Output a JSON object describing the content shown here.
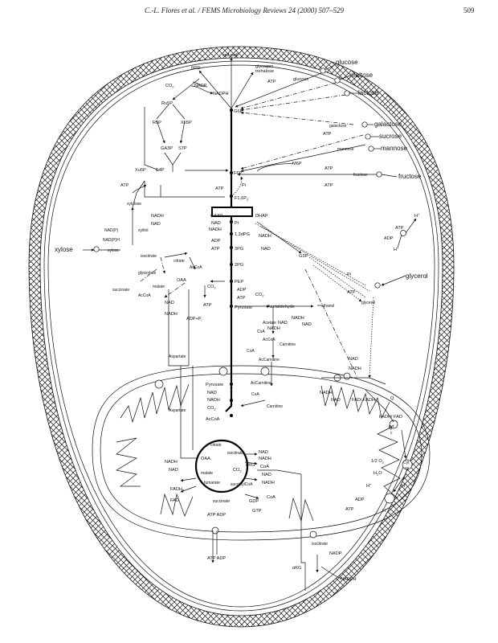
{
  "header": {
    "citation": "C.-L. Flores et al. / FEMS Microbiology Reviews 24 (2000) 507–529",
    "page_number": "509"
  },
  "external_sugars": {
    "glucose": "glucose",
    "maltose": "maltose",
    "lactose": "lactose",
    "galactose": "galactose",
    "sucrose": "sucrose",
    "mannose": "mannose",
    "fructose": "fructose",
    "xylose": "xylose",
    "glycerol": "glycerol"
  },
  "pentose_phosphate": {
    "pg6": "6PG",
    "co2": "CO",
    "co2_sub": "2",
    "nadp": "NADP",
    "nadph": "NADPH",
    "ru5p": "Ru5P",
    "r5p": "R5P",
    "xu5p": "Xu5P",
    "ga3p": "GA3P",
    "s7p": "S7P",
    "xu5p_left": "Xu5P",
    "e4p": "E4P"
  },
  "top_branch": {
    "cell_wall": "cell wall",
    "glycogen": "glycogen",
    "trehalose": "trehalose",
    "atp": "ATP",
    "glucose_in": "glucose"
  },
  "glycolysis": {
    "g6p": "G6P",
    "f6p": "F6P",
    "pi": "Pi",
    "atp": "ATP",
    "f16p2": "F1,6P",
    "f16p2_sub": "2",
    "ga3p": "GA3P",
    "dhap": "DHAP",
    "nad": "NAD",
    "nadh": "NADH",
    "bpg13": "1,3dPG",
    "adp": "ADP",
    "atp2": "ATP",
    "pg3": "3PG",
    "pg2": "2PG",
    "pep": "PEP",
    "adp2": "ADP",
    "atp3": "ATP",
    "pyruvate": "Pyruvate"
  },
  "side_sugars": {
    "galactose_in": "galactose",
    "mannose_in": "mannose",
    "m6p": "M6P",
    "atp_m": "ATP",
    "fructose_in": "fructose",
    "atp_f": "ATP",
    "atp_g": "ATP"
  },
  "xylose_path": {
    "xylulose": "xylulose",
    "nadh": "NADH",
    "nad": "NAD",
    "nadp_paren": "NAD(P)",
    "nadph_paren": "NAD(P)H",
    "xylitol": "xylitol",
    "xylose_in": "xylose",
    "atp": "ATP"
  },
  "glyoxylate": {
    "isocitrate": "isocitrate",
    "citrate": "citrate",
    "acCoA": "AcCoA",
    "glyoxylate": "glyoxylate",
    "oaa": "OAA",
    "succinate": "succinate",
    "malate": "malate",
    "acCoA2": "AcCoA",
    "nad": "NAD",
    "nadh": "NADH",
    "co2": "CO",
    "co2_sub": "2",
    "atp": "ATP",
    "adp_pi": "ADP+P"
  },
  "fermentation": {
    "co2": "CO",
    "co2_sub": "2",
    "acetaldehyde": "Acetaldehyde",
    "ethanol": "ethanol",
    "nadh": "NADH",
    "nad": "NAD",
    "acetate": "Acetate",
    "coa": "CoA",
    "nadh2": "NADH",
    "nad2": "NAD",
    "acCoA": "AcCoA",
    "coa2": "CoA",
    "carnitine": "Carnitine",
    "acCarnitine": "AcCarnitine"
  },
  "glycerol_path": {
    "nadh": "NADH",
    "nad": "NAD",
    "g3p": "G3P",
    "pi": "Pi",
    "atp": "ATP",
    "glycerol_in": "glycerol"
  },
  "mito": {
    "aspartate_top": "Aspartate",
    "pyruvate": "Pyruvate",
    "acCarnitine": "AcCarnitine",
    "coa": "CoA",
    "nad": "NAD",
    "nadh": "NADH",
    "co2": "CO",
    "co2_sub": "2",
    "carnitine": "Carnitine",
    "aspartate": "Aspartate",
    "acCoA": "AcCoA",
    "nad_r": "NAD",
    "nadh_r": "NADH",
    "fad_fadh": "FAD/ FADH",
    "q": "Q",
    "fadh_fad": "FADH/ FAD",
    "q2": "Q",
    "cyt_c": "cyt",
    "cyt_c2": "c",
    "half_o2": "1/2 O",
    "h2o": "H",
    "cyt_ox": "Cyt",
    "cyt_ox2": "ox",
    "h_plus": "H",
    "adp": "ADP",
    "atp": "ATP"
  },
  "tca": {
    "citrate": "citrate",
    "isocitrate": "isocitrate",
    "nad": "NAD",
    "nadh": "NADH",
    "akg": "αKG",
    "co2": "CO",
    "co2_sub": "2",
    "coa": "CoA",
    "nad2": "NAD",
    "nadh2": "NADH",
    "oaa": "OAA",
    "nadh3": "NADH",
    "nad3": "NAD",
    "malate": "malate",
    "fumarate": "fumarate",
    "succinylCoA": "succinylCoA",
    "coa2": "CoA",
    "fadh": "FADH",
    "fad": "FAD",
    "succinate": "succinate",
    "gdp": "GDP",
    "gtp": "GTP"
  },
  "bottom": {
    "atp_adp": "ATP  ADP",
    "atp_adp2": "ATP  ADP",
    "isocitrate": "isocitrate",
    "nadp": "NADP",
    "akg": "αKG",
    "nadph": "NADPH"
  },
  "membrane": {
    "atp": "ATP",
    "adp": "ADP",
    "h_plus": "H",
    "h_plus2": "H"
  }
}
